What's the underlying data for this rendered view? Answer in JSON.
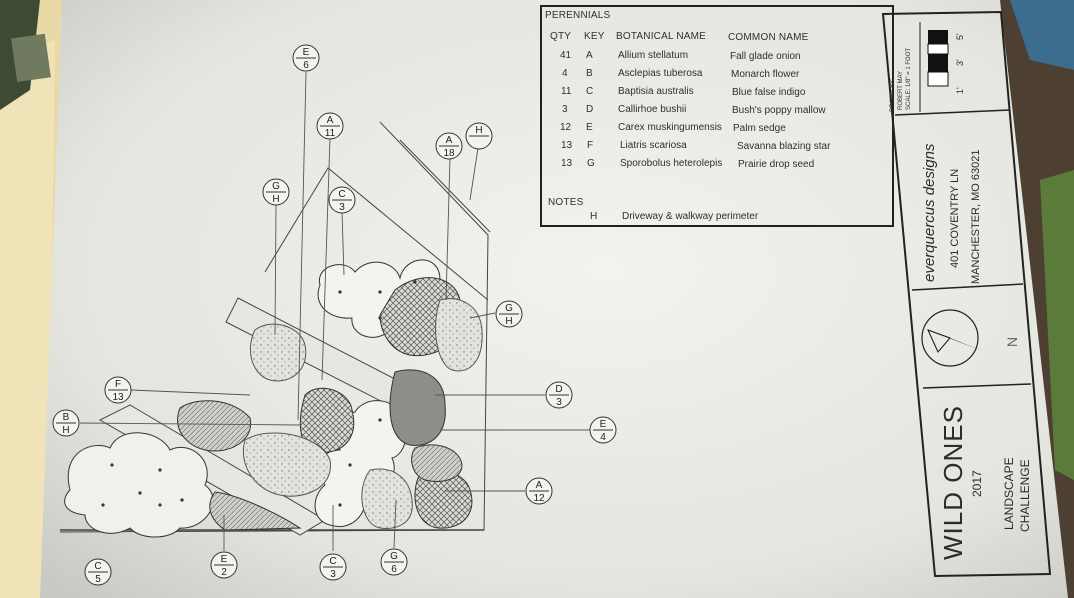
{
  "legend": {
    "title": "PERENNIALS",
    "columns": [
      "QTY",
      "KEY",
      "BOTANICAL NAME",
      "COMMON NAME"
    ],
    "rows": [
      {
        "qty": "41",
        "key": "A",
        "botanical": "Allium stellatum",
        "common": "Fall glade onion"
      },
      {
        "qty": "4",
        "key": "B",
        "botanical": "Asclepias tuberosa",
        "common": "Monarch flower"
      },
      {
        "qty": "11",
        "key": "C",
        "botanical": "Baptisia australis",
        "common": "Blue false indigo"
      },
      {
        "qty": "3",
        "key": "D",
        "botanical": "Callirhoe bushii",
        "common": "Bush's poppy mallow"
      },
      {
        "qty": "12",
        "key": "E",
        "botanical": "Carex muskingumensis",
        "common": "Palm sedge"
      },
      {
        "qty": "13",
        "key": "F",
        "botanical": "Liatris scariosa",
        "common": "Savanna blazing star"
      },
      {
        "qty": "13",
        "key": "G",
        "botanical": "Sporobolus heterolepis",
        "common": "Prairie drop seed"
      }
    ],
    "notes_title": "NOTES",
    "notes": [
      {
        "key": "H",
        "text": "Driveway & walkway perimeter"
      }
    ]
  },
  "title_block": {
    "drawn_by": "DRAWN BY:",
    "designer": "ROBERT MAY",
    "scale": "SCALE: 1/8\" = 1 FOOT",
    "scale_ticks": [
      "1'",
      "3'",
      "5'"
    ],
    "company": "everquercus designs",
    "address1": "401 COVENTRY LN",
    "address2": "MANCHESTER, MO 63021",
    "north": "N",
    "project": "WILD ONES",
    "year": "2017",
    "subtitle1": "LANDSCAPE",
    "subtitle2": "CHALLENGE"
  },
  "callouts": [
    {
      "key": "E",
      "qty": "6"
    },
    {
      "key": "A",
      "qty": "11"
    },
    {
      "key": "A",
      "qty": "18"
    },
    {
      "key": "H",
      "qty": ""
    },
    {
      "key": "G",
      "qty": "H"
    },
    {
      "key": "C",
      "qty": "3"
    },
    {
      "key": "G",
      "qty": "H"
    },
    {
      "key": "F",
      "qty": "13"
    },
    {
      "key": "B",
      "qty": "H"
    },
    {
      "key": "D",
      "qty": "3"
    },
    {
      "key": "E",
      "qty": "4"
    },
    {
      "key": "A",
      "qty": "12"
    },
    {
      "key": "C",
      "qty": "5"
    },
    {
      "key": "E",
      "qty": "2"
    },
    {
      "key": "C",
      "qty": "3"
    },
    {
      "key": "G",
      "qty": "6"
    }
  ]
}
